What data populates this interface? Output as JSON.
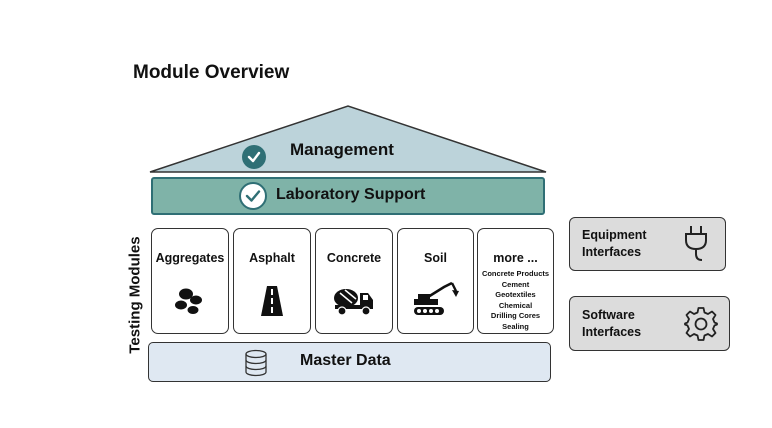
{
  "title": "Module Overview",
  "management": {
    "label": "Management",
    "icon": "check-circle-icon"
  },
  "lab_support": {
    "label": "Laboratory Support",
    "icon": "check-circle-outline-icon"
  },
  "testing_modules_label": "Testing Modules",
  "modules": [
    {
      "label": "Aggregates",
      "icon": "stones-icon"
    },
    {
      "label": "Asphalt",
      "icon": "road-icon"
    },
    {
      "label": "Concrete",
      "icon": "concrete-mixer-truck-icon"
    },
    {
      "label": "Soil",
      "icon": "excavator-icon"
    }
  ],
  "more": {
    "label": "more ...",
    "items": [
      "Concrete Products",
      "Cement",
      "Geotextiles",
      "Chemical",
      "Drilling Cores",
      "Sealing"
    ]
  },
  "master_data": {
    "label": "Master Data",
    "icon": "database-icon"
  },
  "equipment_interfaces": {
    "line1": "Equipment",
    "line2": "Interfaces",
    "icon": "plug-icon"
  },
  "software_interfaces": {
    "line1": "Software",
    "line2": "Interfaces",
    "icon": "gear-icon"
  },
  "colors": {
    "roof": "#bcd3da",
    "lab_support": "#7fb3a8",
    "accent": "#2f6f75",
    "master_data": "#dfe8f2",
    "side_box": "#dcdcdc"
  }
}
